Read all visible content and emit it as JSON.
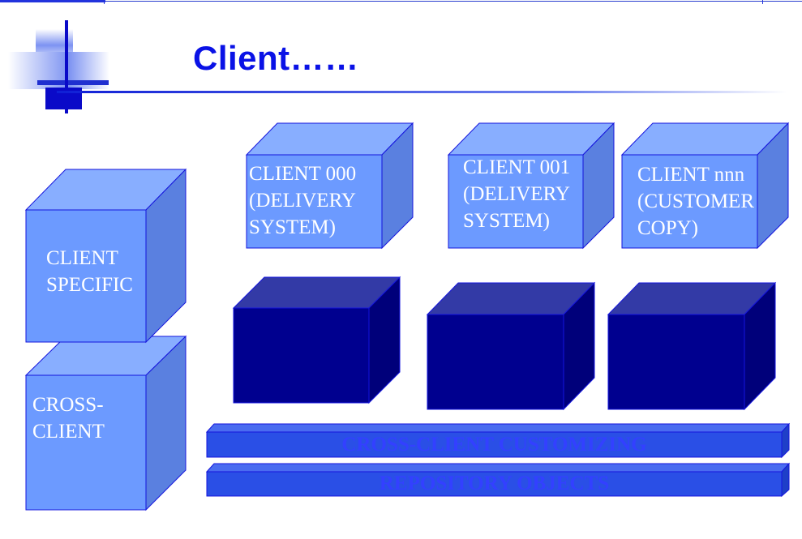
{
  "slide": {
    "title": "Client……"
  },
  "colors": {
    "title": "#0a12e6",
    "light_cube_front": "#6c9aff",
    "light_cube_top": "#88aeff",
    "light_cube_side": "#5a80e0",
    "dark_cube_front": "#00008f",
    "dark_cube_top": "#333aa6",
    "dark_cube_side": "#00007a",
    "bar_front": "#2a4fe6",
    "cube_edge": "#1515dd"
  },
  "diagram": {
    "client_specific_label": "CLIENT\nSPECIFIC",
    "cross_client_label": "CROSS-\nCLIENT",
    "client_000_label": "CLIENT 000\n(DELIVERY\nSYSTEM)",
    "client_001_label": "CLIENT 001\n(DELIVERY\nSYSTEM)",
    "client_nnn_label": "CLIENT nnn\n(CUSTOMER\nCOPY)",
    "cross_client_customizing_label": "CROSS-CLIENT CUSTOMIZING",
    "repository_objects_label": "REPOSITORY OBJECTS"
  }
}
